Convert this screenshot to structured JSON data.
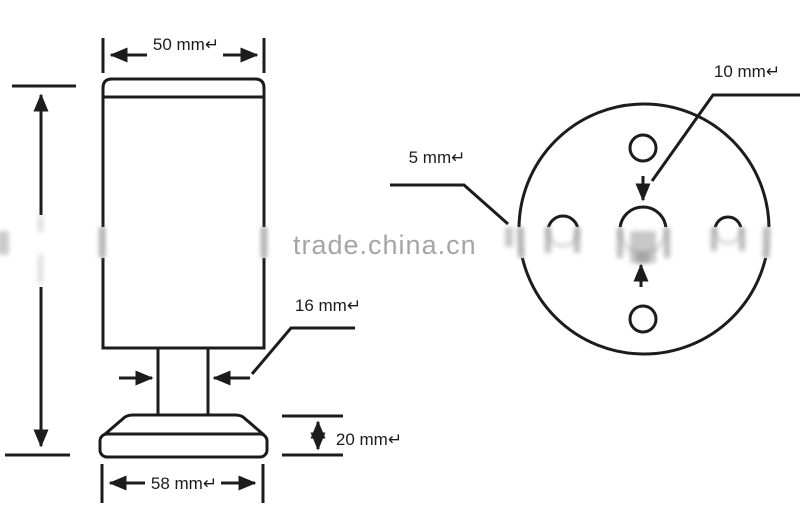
{
  "theme": {
    "line_color": "#1c1c1c",
    "watermark_color": "#a5a5a5",
    "background": "#ffffff"
  },
  "watermark": {
    "text": "trade.china.cn"
  },
  "side_view": {
    "dim_top_width": "50 mm↵",
    "dim_stem_width": "16 mm↵",
    "dim_base_height": "20 mm↵",
    "dim_base_width": "58 mm↵"
  },
  "top_view": {
    "dim_center_hole": "10 mm↵",
    "dim_small_hole": "5 mm↵"
  }
}
